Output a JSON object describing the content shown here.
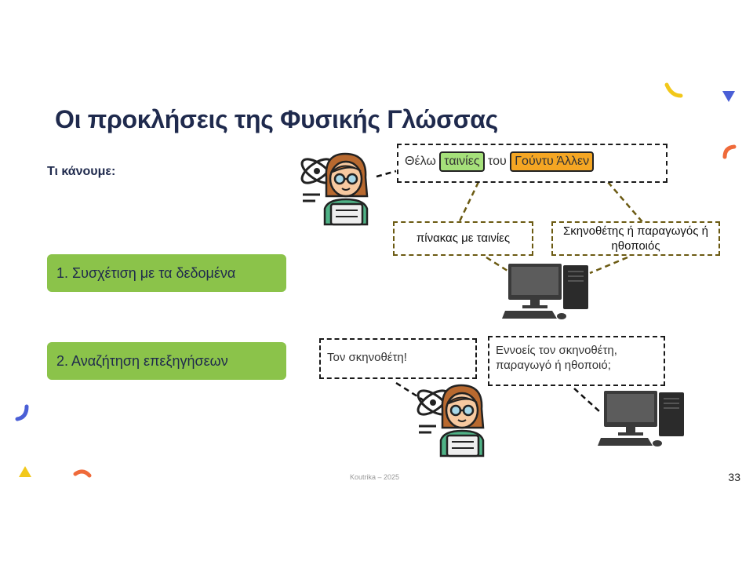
{
  "slide": {
    "title": "Οι προκλήσεις της Φυσικής Γλώσσας",
    "subtitle": "Τι κάνουμε:",
    "steps": [
      {
        "label": "1. Συσχέτιση με τα δεδομένα"
      },
      {
        "label": "2. Αναζήτηση επεξηγήσεων"
      }
    ],
    "query": {
      "word1": "Θέλω",
      "chip1": "ταινίες",
      "word2": "του",
      "chip2": "Γούντυ Άλλεν"
    },
    "interpretations": [
      {
        "text": "πίνακας με ταινίες"
      },
      {
        "text": "Σκηνοθέτης ή παραγωγός ή ηθοποιός"
      }
    ],
    "user_reply": "Τον σκηνοθέτη!",
    "computer_question": "Εννοείς τον σκηνοθέτη, παραγωγό ή ηθοποιό;",
    "footer": "Koutrika – 2025",
    "page_number": "33",
    "colors": {
      "title": "#1f2a4d",
      "step_bg": "#8bc34a",
      "chip_green": "#a5e07a",
      "chip_orange": "#f5a623",
      "accent_blue": "#4a5fd6",
      "accent_yellow": "#f2c81a",
      "accent_orange": "#ef6a3a"
    },
    "icons": [
      "scientist-person-icon",
      "desktop-computer-icon",
      "confetti-shapes"
    ]
  }
}
